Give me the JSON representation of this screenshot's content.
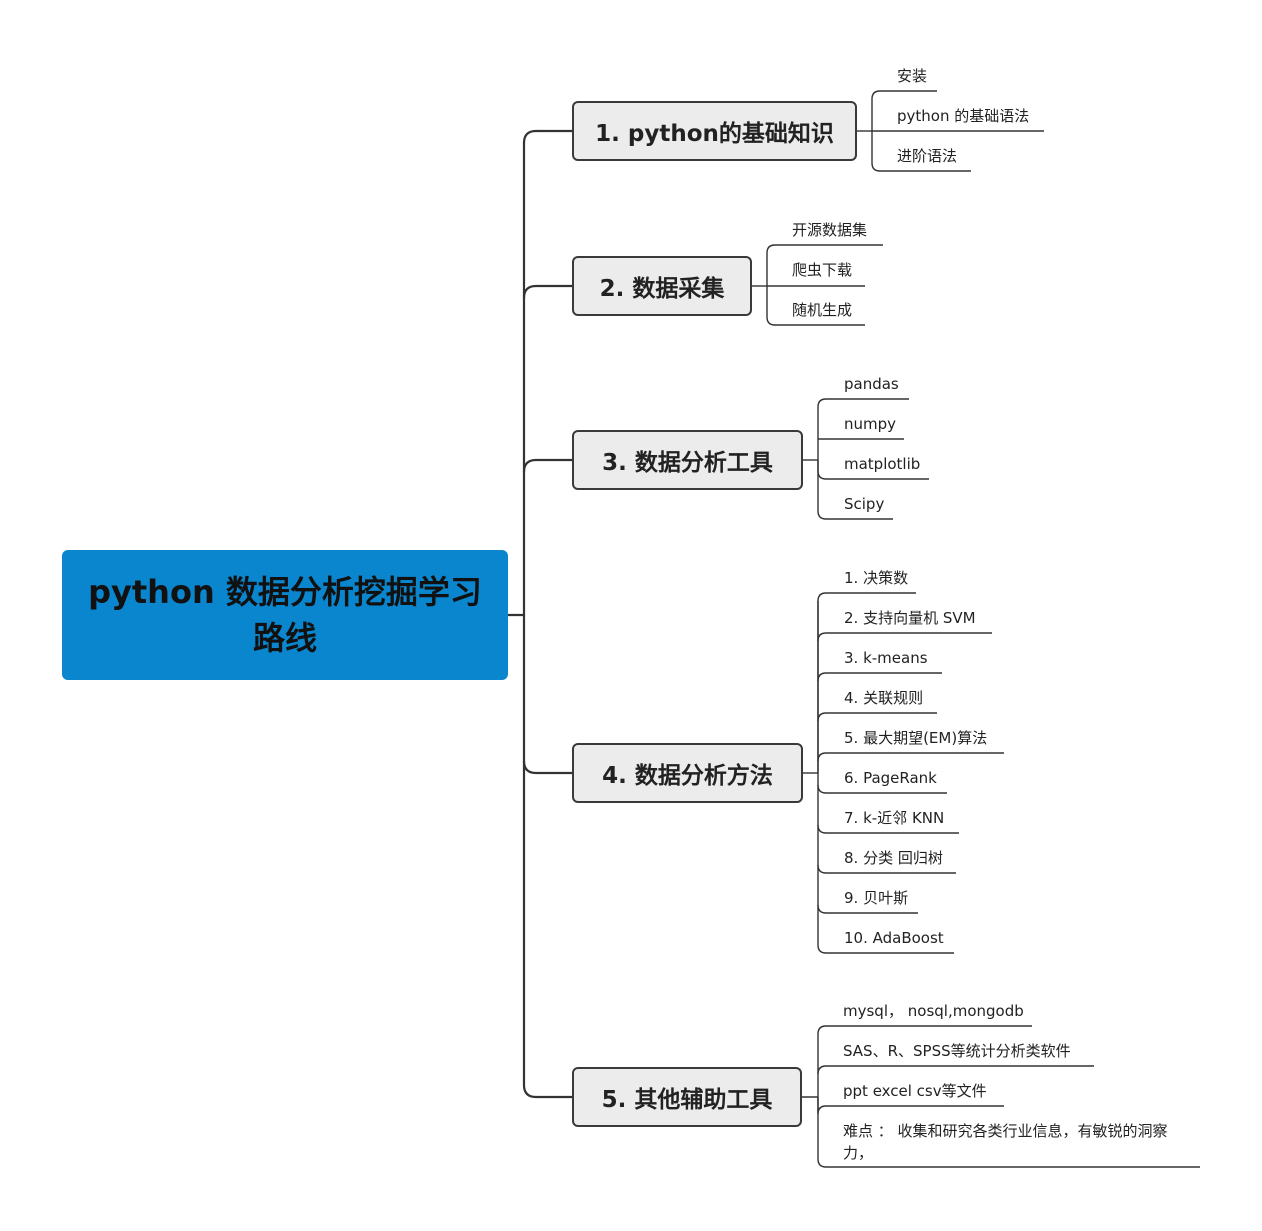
{
  "root": {
    "title": "python 数据分析挖掘学习路线"
  },
  "branches": [
    {
      "label": "1. python的基础知识",
      "items": [
        "安装",
        "python 的基础语法",
        "进阶语法"
      ]
    },
    {
      "label": "2. 数据采集",
      "items": [
        "开源数据集",
        "爬虫下载",
        "随机生成"
      ]
    },
    {
      "label": "3. 数据分析工具",
      "items": [
        "pandas",
        "numpy",
        "matplotlib",
        "Scipy"
      ]
    },
    {
      "label": "4. 数据分析方法",
      "items": [
        "1. 决策数",
        "2. 支持向量机 SVM",
        "3.  k-means",
        "4. 关联规则",
        "5. 最大期望(EM)算法",
        "6. PageRank",
        "7.  k-近邻 KNN",
        "8. 分类 回归树",
        "9.  贝叶斯",
        "10.  AdaBoost"
      ]
    },
    {
      "label": "5. 其他辅助工具",
      "items": [
        "mysql，  nosql,mongodb",
        "SAS、R、SPSS等统计分析类软件",
        "ppt excel  csv等文件",
        "难点 ：  收集和研究各类行业信息，有敏锐的洞察力，"
      ]
    }
  ]
}
